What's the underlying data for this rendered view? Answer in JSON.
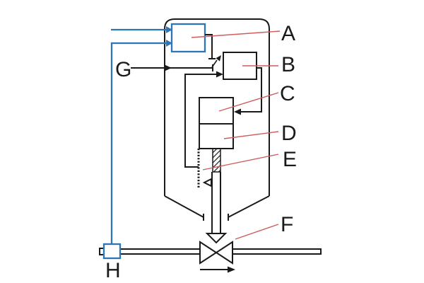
{
  "colors": {
    "line": "#1a1a1a",
    "signal": "#2e75b6",
    "leader": "#d05c5c",
    "background": "#ffffff",
    "text": "#1a1a1a"
  },
  "labels": {
    "a": "A",
    "b": "B",
    "c": "C",
    "d": "D",
    "e": "E",
    "f": "F",
    "g": "G",
    "h": "H"
  }
}
